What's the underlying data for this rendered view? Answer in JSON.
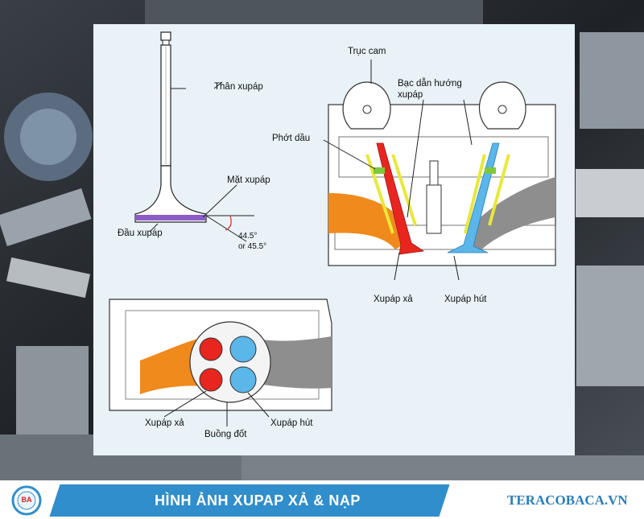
{
  "labels": {
    "valve_stem": "Thân xupáp",
    "valve_face": "Mặt xupáp",
    "valve_head": "Đầu xupáp",
    "angle_1": "44.5°",
    "angle_2": "or 45.5°",
    "camshaft": "Trục cam",
    "valve_guide": "Bạc dẫn hướng",
    "valve_guide_2": "xupáp",
    "oil_seal": "Phớt dầu",
    "exhaust_valve": "Xupáp xả",
    "intake_valve": "Xupáp hút",
    "exhaust_valve_2": "Xupáp xả",
    "combustion_chamber": "Buồng đốt",
    "intake_valve_2": "Xupáp hút"
  },
  "footer": {
    "title": "HÌNH ẢNH XUPAP XẢ & NẠP",
    "website": "TERACOBACA.VN",
    "logo_text": "BA"
  },
  "colors": {
    "exhaust": "#e8261f",
    "intake": "#5bb6ea",
    "exhaust_port": "#f08a1c",
    "intake_port": "#8e8e8e",
    "spring": "#e8e83a",
    "seal": "#7fc83a",
    "valve_face": "#8e5cc8",
    "banner": "#2f8ecb"
  }
}
